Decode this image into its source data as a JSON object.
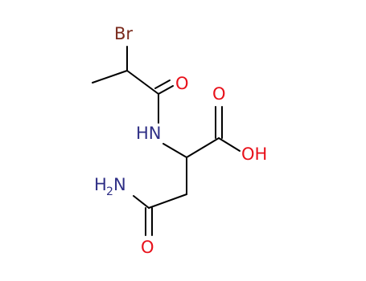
{
  "molecule": {
    "atoms": {
      "br": {
        "label": "Br",
        "color": "#7a2a1c"
      },
      "amide_o": {
        "label": "O",
        "color": "#e8101a"
      },
      "nh": {
        "label": "HN",
        "color": "#2f2f86"
      },
      "acid_o": {
        "label": "O",
        "color": "#e8101a"
      },
      "oh": {
        "label": "OH",
        "color": "#e8101a"
      },
      "nh2": {
        "label_main": "H",
        "label_sub": "2",
        "label_end": "N",
        "color": "#2f2f86"
      },
      "carbonyl_o": {
        "label": "O",
        "color": "#e8101a"
      }
    },
    "bond_color": "#000000"
  }
}
